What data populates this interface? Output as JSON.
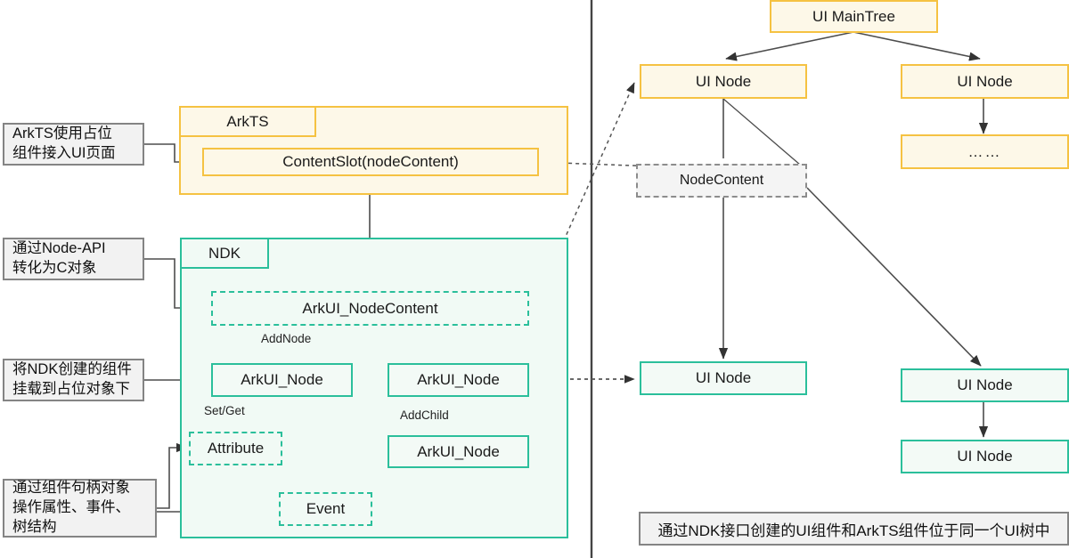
{
  "diagram": {
    "title": "ArkTS / NDK UI node integration diagram",
    "colors": {
      "yellow_border": "#f5c242",
      "yellow_fill": "#fdf8e8",
      "teal_border": "#2bbf9b",
      "teal_fill": "#f3faf6",
      "grey_border": "#848484",
      "grey_fill": "#f2f2f2",
      "edge": "#4d4d4d"
    }
  },
  "left_panel": {
    "callouts": [
      {
        "id": "callout-arkts",
        "text": "ArkTS使用占位\n组件接入UI页面"
      },
      {
        "id": "callout-nodeapi",
        "text": "通过Node-API\n转化为C对象"
      },
      {
        "id": "callout-mount",
        "text": "将NDK创建的组件\n挂载到占位对象下"
      },
      {
        "id": "callout-handle",
        "text": "通过组件句柄对象\n操作属性、事件、\n树结构"
      }
    ],
    "arkts_group": {
      "tag": "ArkTS",
      "content_slot": "ContentSlot(nodeContent)"
    },
    "ndk_group": {
      "tag": "NDK",
      "node_content": "ArkUI_NodeContent",
      "node_left": "ArkUI_Node",
      "node_right": "ArkUI_Node",
      "node_child": "ArkUI_Node",
      "attribute": "Attribute",
      "event": "Event",
      "edge_labels": {
        "add_node": "AddNode",
        "set_get": "Set/Get",
        "add_child": "AddChild"
      }
    }
  },
  "right_panel": {
    "main_tree": "UI MainTree",
    "node_yellow_left": "UI Node",
    "node_yellow_right": "UI Node",
    "node_ellipsis": "……",
    "node_content": "NodeContent",
    "node_teal_left": "UI Node",
    "node_teal_right_top": "UI Node",
    "node_teal_right_bottom": "UI Node",
    "caption": "通过NDK接口创建的UI组件和ArkTS组件位于同一个UI树中"
  }
}
